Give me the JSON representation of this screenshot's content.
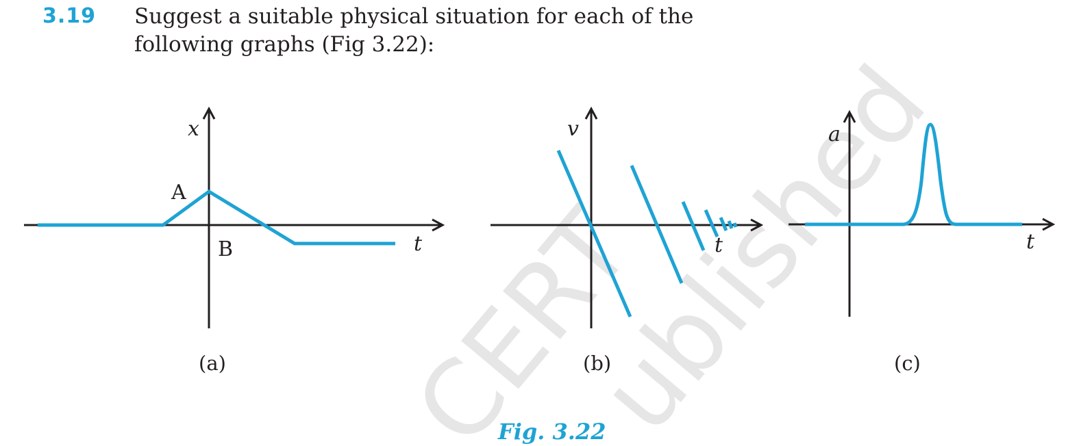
{
  "question": {
    "number": "3.19",
    "line1": "Suggest a suitable physical situation for each of the",
    "line2": "following graphs (Fig 3.22):"
  },
  "watermark": {
    "text1": "CERT",
    "text2": "ublished"
  },
  "graphs": [
    {
      "caption": "(a)",
      "y_axis_label": "x",
      "x_axis_label": "t",
      "point_a": "A",
      "point_b": "B"
    },
    {
      "caption": "(b)",
      "y_axis_label": "v",
      "x_axis_label": "t"
    },
    {
      "caption": "(c)",
      "y_axis_label": "a",
      "x_axis_label": "t"
    }
  ],
  "figure_caption": "Fig. 3.22",
  "colors": {
    "accent": "#1fa3d4",
    "ink": "#231f20",
    "watermark": "#e6e6e6"
  }
}
